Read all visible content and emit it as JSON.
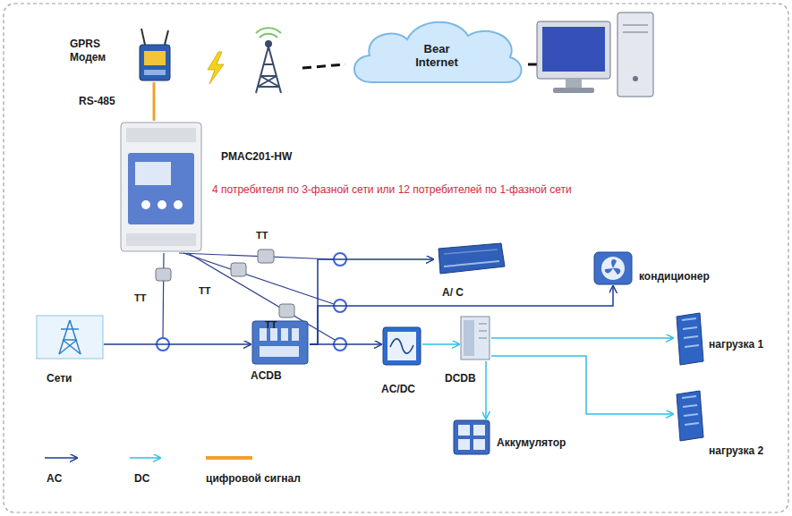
{
  "diagram": {
    "nodes": [
      {
        "text": [
          "GPRS Модем"
        ]
      },
      {
        "text": [
          "Bear Internet"
        ]
      },
      {
        "text": [
          "PMAC201-HW"
        ]
      },
      {
        "text": [
          "Сети"
        ]
      },
      {
        "text": [
          "ACDB"
        ]
      },
      {
        "text": [
          "AC/DC"
        ]
      },
      {
        "text": [
          "DCDB"
        ]
      },
      {
        "text": [
          "A/ C"
        ]
      },
      {
        "text": [
          "кондиционер"
        ]
      },
      {
        "text": [
          "нагрузка 1"
        ]
      },
      {
        "text": [
          "нагрузка 2"
        ]
      },
      {
        "text": [
          "Аккумулятор"
        ]
      }
    ],
    "edges": [
      {
        "from": 0,
        "to": 2,
        "arrow": "none",
        "label": "RS-485"
      },
      {
        "from": 3,
        "to": 4,
        "arrow": "to"
      },
      {
        "from": 4,
        "to": 5,
        "arrow": "to"
      },
      {
        "from": 5,
        "to": 6,
        "arrow": "to"
      },
      {
        "from": 6,
        "to": 9,
        "arrow": "to"
      },
      {
        "from": 6,
        "to": 10,
        "arrow": "to"
      },
      {
        "from": 6,
        "to": 11,
        "arrow": "to"
      },
      {
        "from": 4,
        "to": 7,
        "arrow": "to"
      },
      {
        "from": 4,
        "to": 8,
        "arrow": "to"
      }
    ],
    "labels": [
      "4 потребителя по 3-фазной сети или 12 потребителей по 1-фазной сети",
      "TT",
      "TT",
      "TT",
      "TT"
    ],
    "legend": [
      {
        "text": "AC"
      },
      {
        "text": "DC"
      },
      {
        "text": "цифровой сигнал"
      }
    ]
  }
}
